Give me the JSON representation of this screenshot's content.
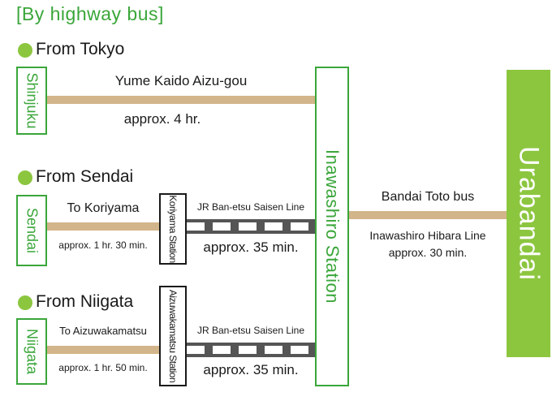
{
  "heading": "[By highway bus]",
  "sections": {
    "tokyo": {
      "title": "From Tokyo",
      "origin": "Shinjuku",
      "route_name": "Yume Kaido Aizu-gou",
      "time": "approx. 4 hr."
    },
    "sendai": {
      "title": "From Sendai",
      "origin": "Sendai",
      "route_name": "To Koriyama",
      "time": "approx. 1 hr. 30 min.",
      "transfer_station": "Koriyama Station",
      "rail_line": "JR Ban-etsu Saisen Line",
      "rail_time": "approx. 35 min."
    },
    "niigata": {
      "title": "From Niigata",
      "origin": "Niigata",
      "route_name": "To Aizuwakamatsu",
      "time": "approx. 1 hr. 50 min.",
      "transfer_station": "Aizuwakamatsu Station",
      "rail_line": "JR Ban-etsu Saisen Line",
      "rail_time": "approx. 35 min."
    }
  },
  "hub": "Inawashiro Station",
  "final_leg": {
    "operator": "Bandai Toto bus",
    "line": "Inawashiro Hibara Line",
    "time": "approx. 30 min."
  },
  "destination": "Urabandai",
  "colors": {
    "accent_green": "#3aa63a",
    "light_green": "#8cc63f",
    "bus_route": "#d2b58a",
    "rail": "#555555"
  }
}
